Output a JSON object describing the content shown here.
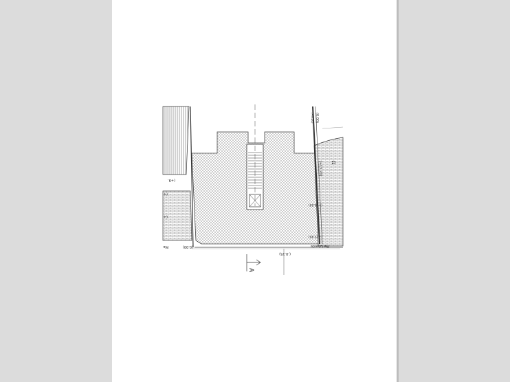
{
  "drawing": {
    "labels": {
      "top_right_level": "(0.00)",
      "top_right_small": "(+9.20)",
      "right_mid_level": "(+15.20)",
      "right_lower_level": "(+16.50)",
      "right_bottom_level": "(+15.40)",
      "left_top_level": "(+9.",
      "left_mid_level": "(+",
      "left_lower_level": "(+",
      "left_bottom_level": "(0.00)",
      "left_bottom_text": "Ma",
      "street_name": "Hertzlaede",
      "bottom_level": "(-0.15)",
      "section_marker": "A",
      "right_tag": "Ω"
    }
  }
}
